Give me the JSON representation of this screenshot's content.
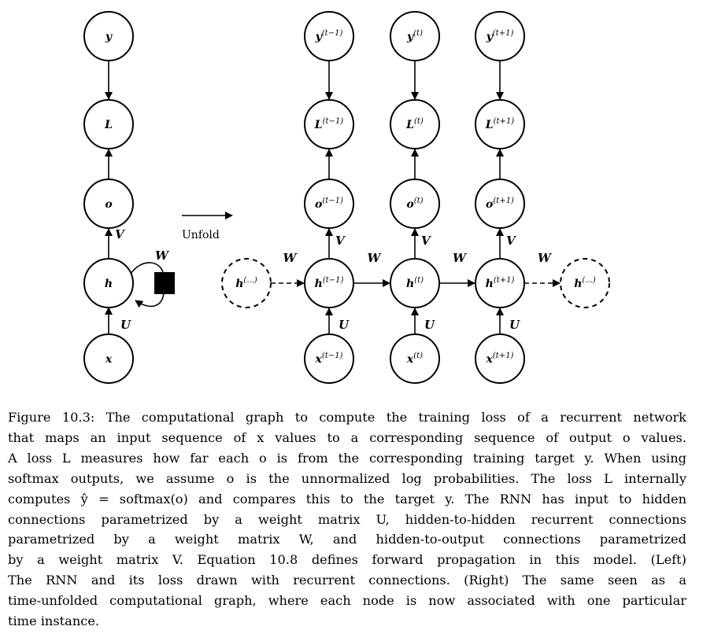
{
  "diagram": {
    "left": {
      "nodes": {
        "y": {
          "base": "y",
          "sup": ""
        },
        "L": {
          "base": "L",
          "sup": ""
        },
        "o": {
          "base": "o",
          "sup": ""
        },
        "h": {
          "base": "h",
          "sup": ""
        },
        "x": {
          "base": "x",
          "sup": ""
        }
      },
      "edge_labels": {
        "V": "V",
        "W": "W",
        "U": "U"
      }
    },
    "unfold": "Unfold",
    "right": {
      "columns": [
        {
          "y": {
            "base": "y",
            "sup": "(t−1)"
          },
          "L": {
            "base": "L",
            "sup": "(t−1)"
          },
          "o": {
            "base": "o",
            "sup": "(t−1)"
          },
          "h": {
            "base": "h",
            "sup": "(t−1)"
          },
          "x": {
            "base": "x",
            "sup": "(t−1)"
          },
          "V": "V",
          "U": "U"
        },
        {
          "y": {
            "base": "y",
            "sup": "(t)"
          },
          "L": {
            "base": "L",
            "sup": "(t)"
          },
          "o": {
            "base": "o",
            "sup": "(t)"
          },
          "h": {
            "base": "h",
            "sup": "(t)"
          },
          "x": {
            "base": "x",
            "sup": "(t)"
          },
          "V": "V",
          "U": "U"
        },
        {
          "y": {
            "base": "y",
            "sup": "(t+1)"
          },
          "L": {
            "base": "L",
            "sup": "(t+1)"
          },
          "o": {
            "base": "o",
            "sup": "(t+1)"
          },
          "h": {
            "base": "h",
            "sup": "(t+1)"
          },
          "x": {
            "base": "x",
            "sup": "(t+1)"
          },
          "V": "V",
          "U": "U"
        }
      ],
      "h_start": {
        "base": "h",
        "sup": "(...)"
      },
      "h_end": {
        "base": "h",
        "sup": "(...)"
      },
      "W_labels": [
        "W",
        "W",
        "W",
        "W"
      ]
    }
  },
  "caption": {
    "lines": [
      "Figure 10.3: The computational graph to compute the training loss of a recurrent network",
      "that maps an input sequence of x values to a corresponding sequence of output o values.",
      "A loss L measures how far each o is from the corresponding training target y. When using",
      "softmax outputs, we assume o is the unnormalized log probabilities. The loss L internally",
      "computes ŷ = softmax(o) and compares this to the target y. The RNN has input to hidden",
      "connections parametrized by a weight matrix U, hidden-to-hidden recurrent connections",
      "parametrized by a weight matrix W, and hidden-to-output connections parametrized",
      "by a weight matrix V. Equation 10.8 defines forward propagation in this model. (Left)",
      "The RNN and its loss drawn with recurrent connections. (Right) The same seen as a",
      "time-unfolded computational graph, where each node is now associated with one particular",
      "time instance."
    ]
  }
}
